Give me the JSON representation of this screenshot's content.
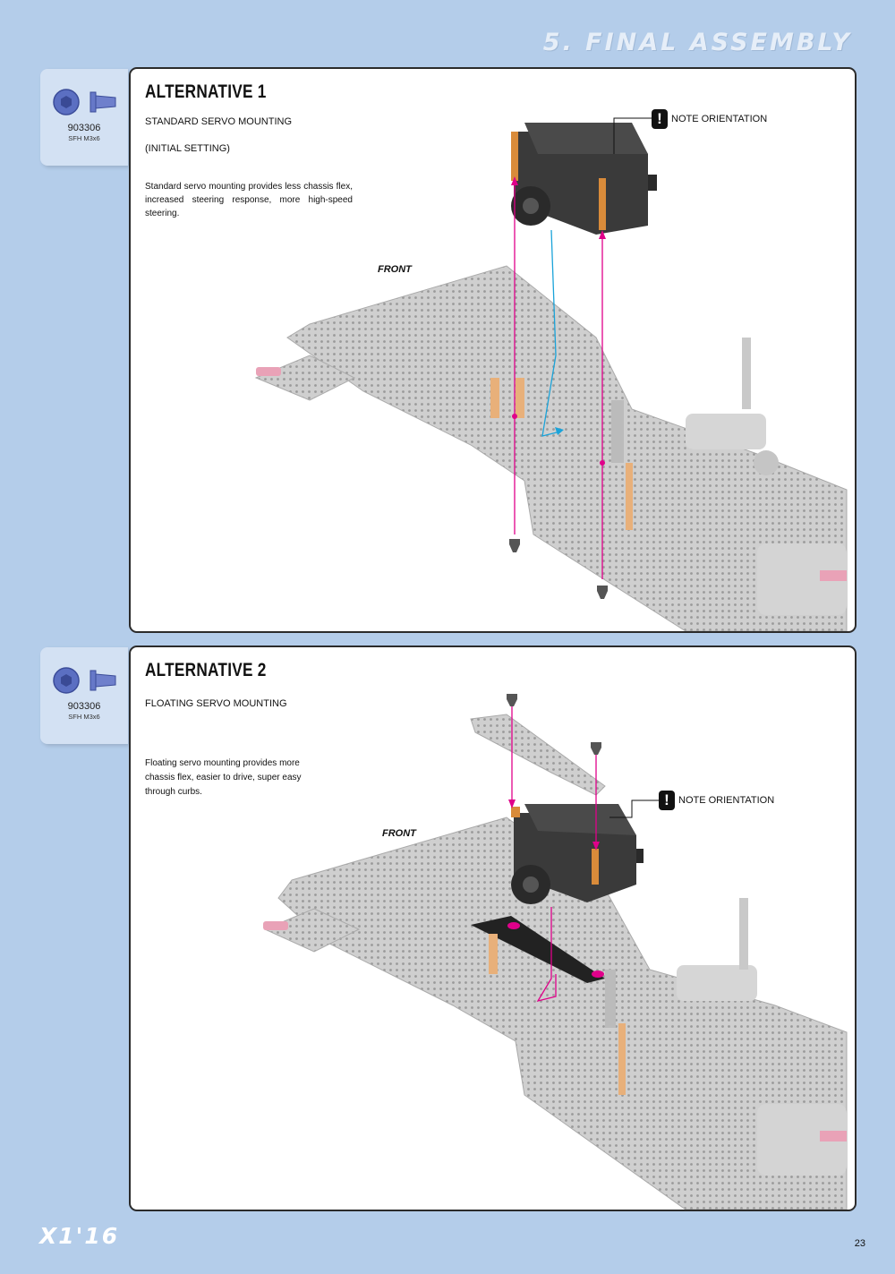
{
  "header": {
    "section_title": "5. FINAL ASSEMBLY"
  },
  "parts": [
    {
      "part_number": "903306",
      "description": "SFH M3x6"
    },
    {
      "part_number": "903306",
      "description": "SFH M3x6"
    }
  ],
  "alternative1": {
    "title": "ALTERNATIVE 1",
    "subtitle": "STANDARD SERVO MOUNTING",
    "setting": "(INITIAL SETTING)",
    "description": "Standard servo mounting provides less chassis flex, increased steering response, more high-speed steering.",
    "note": "NOTE ORIENTATION",
    "front_label": "FRONT"
  },
  "alternative2": {
    "title": "ALTERNATIVE 2",
    "subtitle": "FLOATING SERVO MOUNTING",
    "description": "Floating servo mounting provides more chassis flex, easier to drive, super easy through curbs.",
    "note": "NOTE ORIENTATION",
    "front_label": "FRONT"
  },
  "footer": {
    "logo": "X1'16",
    "page_number": "23"
  },
  "colors": {
    "background": "#b4cdea",
    "arrow_magenta": "#e0008a",
    "arrow_cyan": "#1aa3d9",
    "aluminium_orange": "#d98b3a"
  }
}
